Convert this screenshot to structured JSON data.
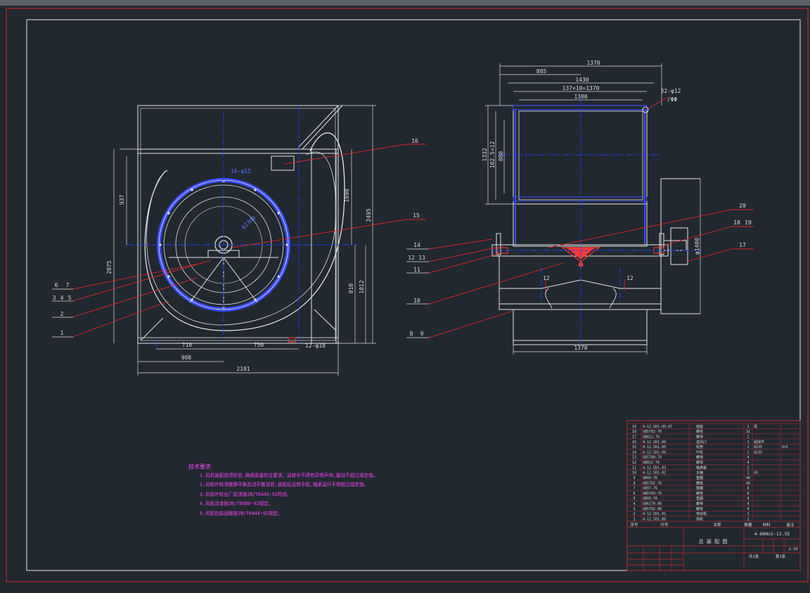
{
  "colors": {
    "background": "#212830",
    "frame_outer": "#c0282c",
    "frame_inner": "#e6e6e6",
    "geometry": "#e6e6e6",
    "dimension": "#dcdcdc",
    "centerline": "#2040ff",
    "leader": "#e0242a",
    "notes": "#ff40ff",
    "hatch": "#ff3a30"
  },
  "front_view": {
    "dims": {
      "d1": "937",
      "d2": "2075",
      "d3": "1690",
      "d4": "2495",
      "d5": "810",
      "d6": "1012",
      "d7": "710",
      "d8": "750",
      "d9": "908",
      "d10": "2101",
      "d11": "12-φ18",
      "d12": "16-φ15",
      "d13": "φ1300"
    },
    "balloons": {
      "b16": "16",
      "b15": "15",
      "b6": "6",
      "b7": "7",
      "b3": "3",
      "b4": "4",
      "b5": "5",
      "b2": "2",
      "b1": "1"
    }
  },
  "side_view": {
    "dims": {
      "d1": "1370",
      "d2": "805",
      "d3": "1430",
      "d4": "137×10=1370",
      "d5": "1300",
      "d6": "32-φ12",
      "d7": "1332",
      "d8": "102.5×12",
      "d9": "800",
      "d10": "φ1400",
      "d11": "12",
      "d12": "12",
      "d13": "1370",
      "d14": "/ΦΦ"
    },
    "balloons": {
      "b20": "20",
      "b18": "18",
      "b19": "19",
      "b17": "17",
      "b14": "14",
      "b12": "12",
      "b13": "13",
      "b11": "11",
      "b10": "10",
      "b8": "8",
      "b9": "9"
    }
  },
  "notes": {
    "heading": "技术要求",
    "n1": "1.风机装配前须检验,确保质量符合要求。运转中不得有异常声响,振动不超过规定值。",
    "n2": "2.风机叶轮须做静平衡及动平衡试验,装配后运转平稳,轴承温升不得超过规定值。",
    "n3": "3.风机叶轮出厂前须按JB/T6445-92检验。",
    "n4": "4.风机涂漆按JB/T6886-92规定。",
    "n5": "5.风机包装运输按JB/T6444-92规定。"
  },
  "title_block": {
    "drawing_title": "总 装 配 图",
    "drawing_no": "4-68No2-12.5E",
    "scale": "1:10",
    "sheet_total": "共1张",
    "sheet_no": "第1张",
    "bom_header": {
      "no": "序号",
      "code": "代号",
      "name": "名称",
      "qty": "数量",
      "material": "材料",
      "note": "备注"
    },
    "bom": [
      {
        "no": "19",
        "code": "4-12.5D1.05.07",
        "name": "底座",
        "qty": "1",
        "material": "焊",
        "note": ""
      },
      {
        "no": "18",
        "code": "GB5782-76",
        "name": "螺栓",
        "qty": "32",
        "material": "",
        "note": ""
      },
      {
        "no": "17",
        "code": "GB812-76",
        "name": "螺母",
        "qty": "1",
        "material": "",
        "note": ""
      },
      {
        "no": "16",
        "code": "4-12.5D1.06",
        "name": "进风口",
        "qty": "1",
        "material": "组焊件",
        "note": ""
      },
      {
        "no": "15",
        "code": "4-12.5D1.05",
        "name": "机壳",
        "qty": "1",
        "material": "Q235",
        "note": "δ=1"
      },
      {
        "no": "14",
        "code": "4-12.5D1.04",
        "name": "叶轮",
        "qty": "1",
        "material": "Q235",
        "note": ""
      },
      {
        "no": "13",
        "code": "GB5780-76",
        "name": "螺栓",
        "qty": "4",
        "material": "",
        "note": ""
      },
      {
        "no": "12",
        "code": "GB812-76",
        "name": "螺母",
        "qty": "4",
        "material": "",
        "note": ""
      },
      {
        "no": "11",
        "code": "4-12.5D1.03",
        "name": "轴承座",
        "qty": "2",
        "material": "",
        "note": ""
      },
      {
        "no": "10",
        "code": "4-12.5D1.02",
        "name": "主轴",
        "qty": "1",
        "material": "45",
        "note": ""
      },
      {
        "no": "9",
        "code": "GB93-76",
        "name": "垫圈",
        "qty": "40",
        "material": "",
        "note": ""
      },
      {
        "no": "8",
        "code": "GB5782-76",
        "name": "螺栓",
        "qty": "40",
        "material": "",
        "note": ""
      },
      {
        "no": "7",
        "code": "GB97-76",
        "name": "垫圈",
        "qty": "8",
        "material": "",
        "note": ""
      },
      {
        "no": "6",
        "code": "GB5783-76",
        "name": "螺栓",
        "qty": "8",
        "material": "",
        "note": ""
      },
      {
        "no": "5",
        "code": "GB93-76",
        "name": "垫圈",
        "qty": "4",
        "material": "",
        "note": ""
      },
      {
        "no": "4",
        "code": "GB6170-86",
        "name": "螺母",
        "qty": "4",
        "material": "",
        "note": ""
      },
      {
        "no": "3",
        "code": "GB5782-86",
        "name": "螺栓",
        "qty": "4",
        "material": "",
        "note": ""
      },
      {
        "no": "2",
        "code": "4-12.5D1.01",
        "name": "电动机",
        "qty": "1",
        "material": "",
        "note": ""
      },
      {
        "no": "1",
        "code": "4-12.5D1.00",
        "name": "风机",
        "qty": "1",
        "material": "",
        "note": ""
      }
    ]
  }
}
